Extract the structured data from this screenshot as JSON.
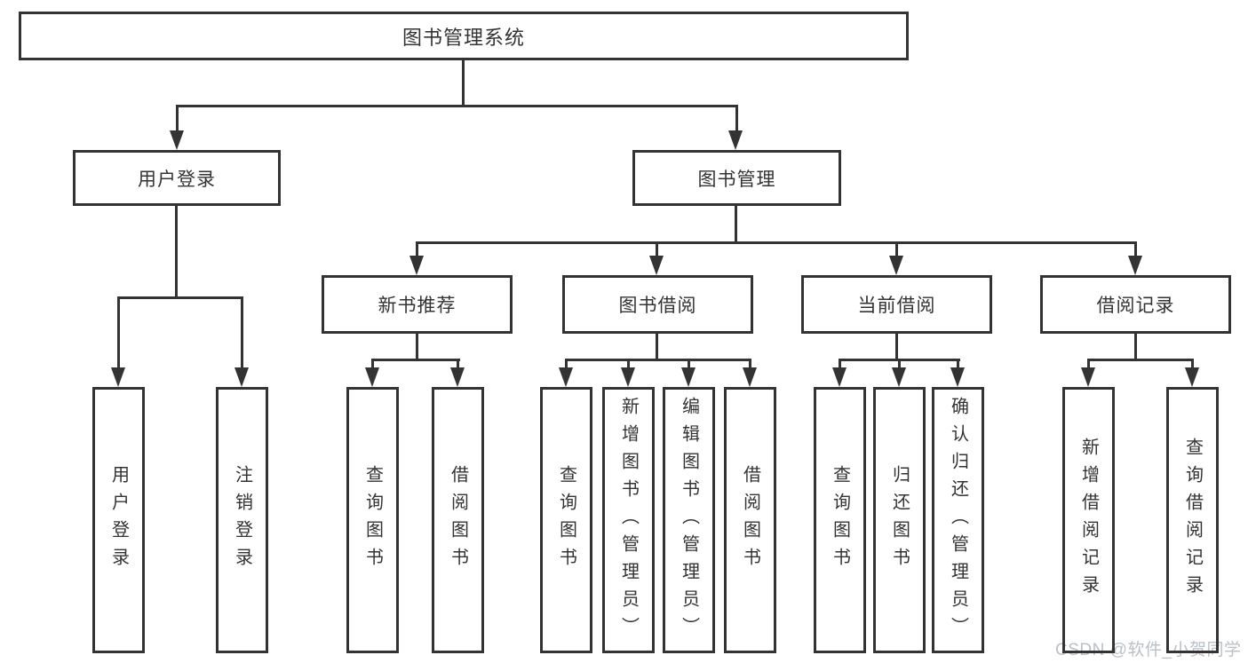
{
  "tree": {
    "label": "图书管理系统",
    "children": [
      {
        "label": "用户登录",
        "children": [
          {
            "label": "用户登录"
          },
          {
            "label": "注销登录"
          }
        ]
      },
      {
        "label": "图书管理",
        "children": [
          {
            "label": "新书推荐",
            "children": [
              {
                "label": "查询图书"
              },
              {
                "label": "借阅图书"
              }
            ]
          },
          {
            "label": "图书借阅",
            "children": [
              {
                "label": "查询图书"
              },
              {
                "label": "新增图书（管理员）"
              },
              {
                "label": "编辑图书（管理员）"
              },
              {
                "label": "借阅图书"
              }
            ]
          },
          {
            "label": "当前借阅",
            "children": [
              {
                "label": "查询图书"
              },
              {
                "label": "归还图书"
              },
              {
                "label": "确认归还（管理员）"
              }
            ]
          },
          {
            "label": "借阅记录",
            "children": [
              {
                "label": "新增借阅记录"
              },
              {
                "label": "查询借阅记录"
              }
            ]
          }
        ]
      }
    ]
  },
  "watermark": {
    "text": "CSDN @软件_小贺同学"
  },
  "colors": {
    "line": "#333333",
    "text": "#333333",
    "box_background": "#ffffff",
    "page_background": "#ffffff",
    "watermark": "#b9c0c7"
  }
}
